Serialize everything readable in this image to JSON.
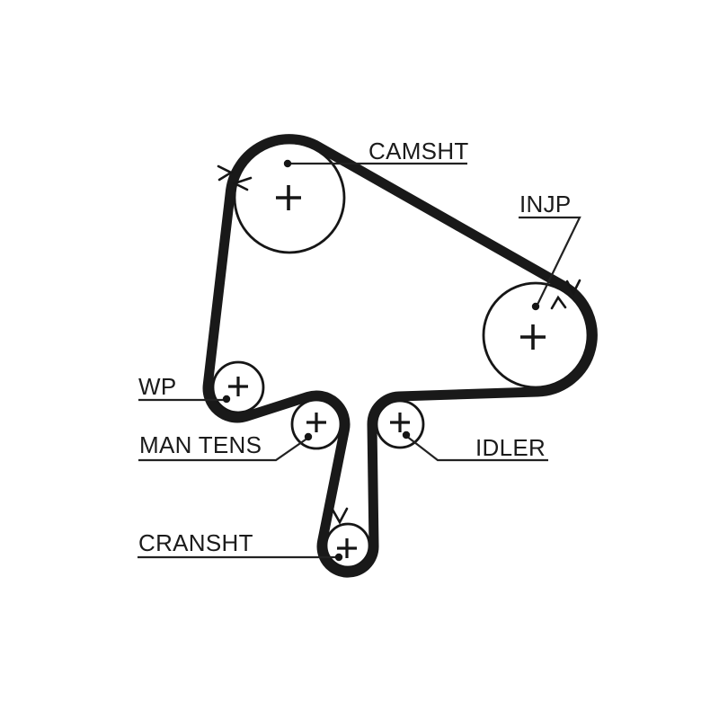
{
  "diagram": {
    "type": "timing-belt-routing-diagram",
    "background_color": "#ffffff",
    "ink_color": "#1a1a1a",
    "belt_color": "#191919",
    "pulleys": [
      {
        "id": "camshaft",
        "label": "CAMSHT",
        "marker": "+"
      },
      {
        "id": "injection-pump",
        "label": "INJP",
        "marker": "+"
      },
      {
        "id": "water-pump",
        "label": "WP",
        "marker": "+"
      },
      {
        "id": "manual-tensioner",
        "label": "MAN TENS",
        "marker": "+"
      },
      {
        "id": "idler",
        "label": "IDLER",
        "marker": "+"
      },
      {
        "id": "crankshaft",
        "label": "CRANSHT",
        "marker": "+"
      }
    ]
  }
}
